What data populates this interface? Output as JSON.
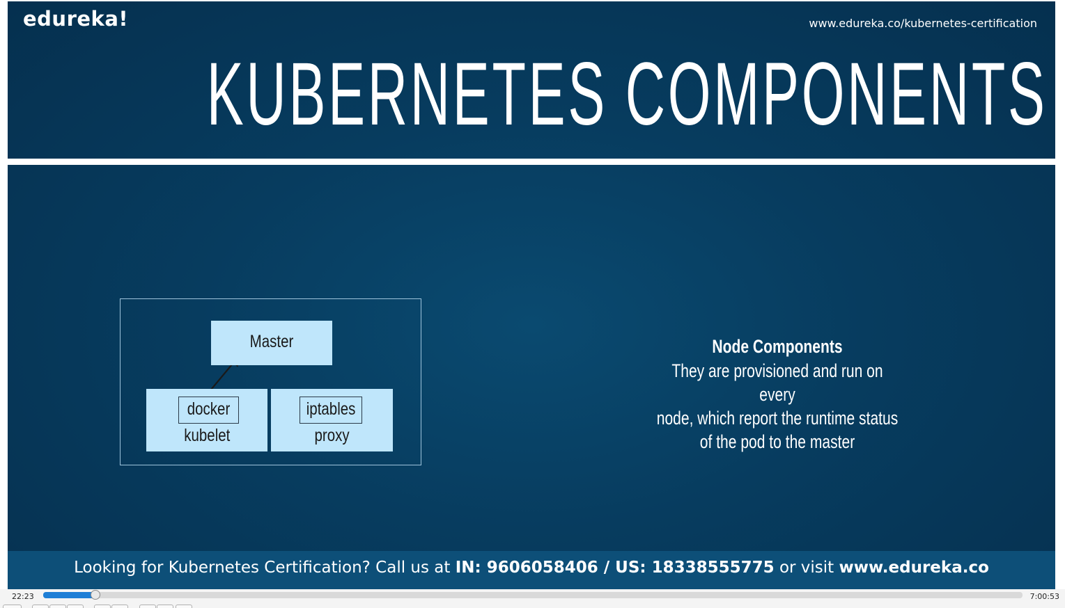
{
  "slide": {
    "logo": "edureka!",
    "url": "www.edureka.co/kubernetes-certification",
    "title": "KUBERNETES COMPONENTS",
    "diagram": {
      "master_label": "Master",
      "left_node": {
        "inner": "docker",
        "label": "kubelet"
      },
      "right_node": {
        "inner": "iptables",
        "label": "proxy"
      }
    },
    "node_components": {
      "heading": "Node Components",
      "line1": "They are provisioned and run on every",
      "line2": "node, which report the runtime status",
      "line3": "of the pod to the master"
    },
    "footer": {
      "prefix": "Looking for Kubernetes Certification? Call us at ",
      "in_phone": "IN: 9606058406 / US: 18338555775",
      "middle": " or visit ",
      "site": "www.edureka.co"
    },
    "colors": {
      "background": "#073c5f",
      "box_fill": "#bfe6fb",
      "footer_band": "#0d4f78"
    }
  },
  "player": {
    "current_time": "22:23",
    "total_time": "7:00:53",
    "progress": 0.053,
    "accent": "#1f7fd6"
  }
}
